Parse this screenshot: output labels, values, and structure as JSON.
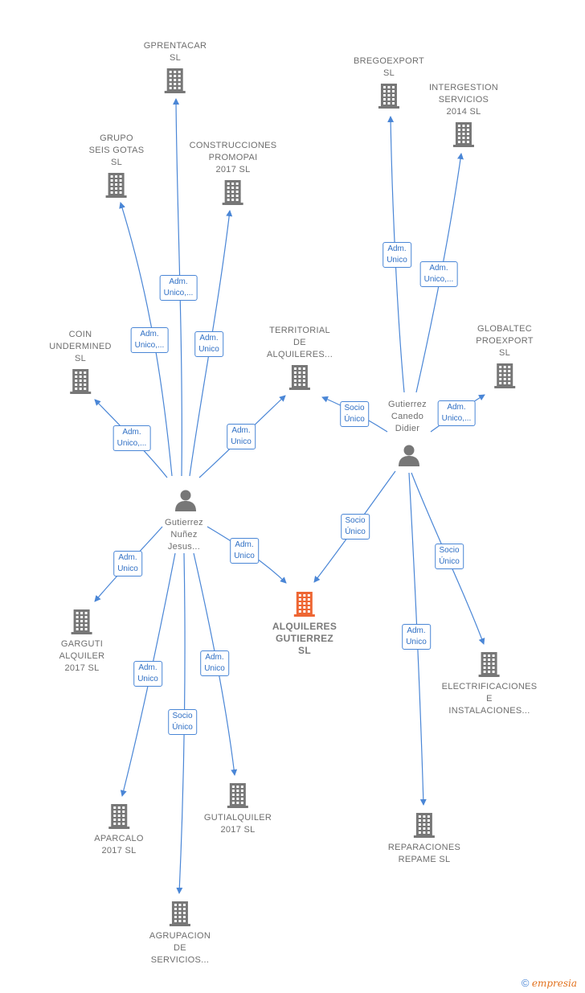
{
  "colors": {
    "edge": "#4a86d6",
    "building": "#777777",
    "focus_building": "#ee6633",
    "person": "#777777"
  },
  "companies": [
    {
      "id": "gprentacar",
      "lines": [
        "GPRENTACAR",
        "SL"
      ],
      "icon": "building-icon"
    },
    {
      "id": "grupo",
      "lines": [
        "GRUPO",
        "SEIS GOTAS",
        "SL"
      ],
      "icon": "building-icon"
    },
    {
      "id": "construcciones",
      "lines": [
        "CONSTRUCCIONES",
        "PROMOPAI",
        "2017  SL"
      ],
      "icon": "building-icon"
    },
    {
      "id": "coin",
      "lines": [
        "COIN",
        "UNDERMINED",
        "SL"
      ],
      "icon": "building-icon"
    },
    {
      "id": "territorial",
      "lines": [
        "TERRITORIAL",
        "DE",
        "ALQUILERES..."
      ],
      "icon": "building-icon"
    },
    {
      "id": "bregoexport",
      "lines": [
        "BREGOEXPORT",
        "SL"
      ],
      "icon": "building-icon"
    },
    {
      "id": "intergestion",
      "lines": [
        "INTERGESTION",
        "SERVICIOS",
        "2014  SL"
      ],
      "icon": "building-icon"
    },
    {
      "id": "globaltec",
      "lines": [
        "GLOBALTEC",
        "PROEXPORT",
        "SL"
      ],
      "icon": "building-icon"
    },
    {
      "id": "alquileres",
      "lines": [
        "ALQUILERES",
        "GUTIERREZ",
        "SL"
      ],
      "icon": "building-icon",
      "focus": true
    },
    {
      "id": "garguti",
      "lines": [
        "GARGUTI",
        "ALQUILER",
        "2017  SL"
      ],
      "icon": "building-icon"
    },
    {
      "id": "electrificaciones",
      "lines": [
        "ELECTRIFICACIONES",
        "E",
        "INSTALACIONES..."
      ],
      "icon": "building-icon"
    },
    {
      "id": "gutialquiler",
      "lines": [
        "GUTIALQUILER",
        "2017  SL"
      ],
      "icon": "building-icon"
    },
    {
      "id": "aparcalo",
      "lines": [
        "APARCALO",
        "2017  SL"
      ],
      "icon": "building-icon"
    },
    {
      "id": "reparaciones",
      "lines": [
        "REPARACIONES",
        "REPAME  SL"
      ],
      "icon": "building-icon"
    },
    {
      "id": "agrupacion",
      "lines": [
        "AGRUPACION",
        "DE",
        "SERVICIOS..."
      ],
      "icon": "building-icon"
    }
  ],
  "persons": [
    {
      "id": "jesus",
      "lines": [
        "Gutierrez",
        "Nuñez",
        "Jesus..."
      ],
      "icon": "person-icon"
    },
    {
      "id": "didier",
      "lines": [
        "Gutierrez",
        "Canedo",
        "Didier"
      ],
      "icon": "person-icon"
    }
  ],
  "relations": [
    {
      "from": "jesus",
      "to": "gprentacar",
      "lines": [
        "Adm.",
        "Unico,..."
      ]
    },
    {
      "from": "jesus",
      "to": "grupo",
      "lines": [
        "Adm.",
        "Unico,..."
      ]
    },
    {
      "from": "jesus",
      "to": "construcciones",
      "lines": [
        "Adm.",
        "Unico"
      ]
    },
    {
      "from": "jesus",
      "to": "coin",
      "lines": [
        "Adm.",
        "Unico,..."
      ]
    },
    {
      "from": "jesus",
      "to": "territorial",
      "lines": [
        "Adm.",
        "Unico"
      ]
    },
    {
      "from": "jesus",
      "to": "alquileres",
      "lines": [
        "Adm.",
        "Unico"
      ]
    },
    {
      "from": "jesus",
      "to": "garguti",
      "lines": [
        "Adm.",
        "Unico"
      ]
    },
    {
      "from": "jesus",
      "to": "aparcalo",
      "lines": [
        "Adm.",
        "Unico"
      ]
    },
    {
      "from": "jesus",
      "to": "agrupacion",
      "lines": [
        "Socio",
        "Único"
      ]
    },
    {
      "from": "jesus",
      "to": "gutialquiler",
      "lines": [
        "Adm.",
        "Unico"
      ]
    },
    {
      "from": "didier",
      "to": "bregoexport",
      "lines": [
        "Adm.",
        "Unico"
      ]
    },
    {
      "from": "didier",
      "to": "intergestion",
      "lines": [
        "Adm.",
        "Unico,..."
      ]
    },
    {
      "from": "didier",
      "to": "territorial",
      "lines": [
        "Socio",
        "Único"
      ]
    },
    {
      "from": "didier",
      "to": "globaltec",
      "lines": [
        "Adm.",
        "Unico,..."
      ]
    },
    {
      "from": "didier",
      "to": "alquileres",
      "lines": [
        "Socio",
        "Único"
      ]
    },
    {
      "from": "didier",
      "to": "reparaciones",
      "lines": [
        "Adm.",
        "Unico"
      ]
    },
    {
      "from": "didier",
      "to": "electrificaciones",
      "lines": [
        "Socio",
        "Único"
      ]
    }
  ],
  "watermark": {
    "copyright": "©",
    "brand_initial": "e",
    "brand_rest": "mpresia"
  }
}
